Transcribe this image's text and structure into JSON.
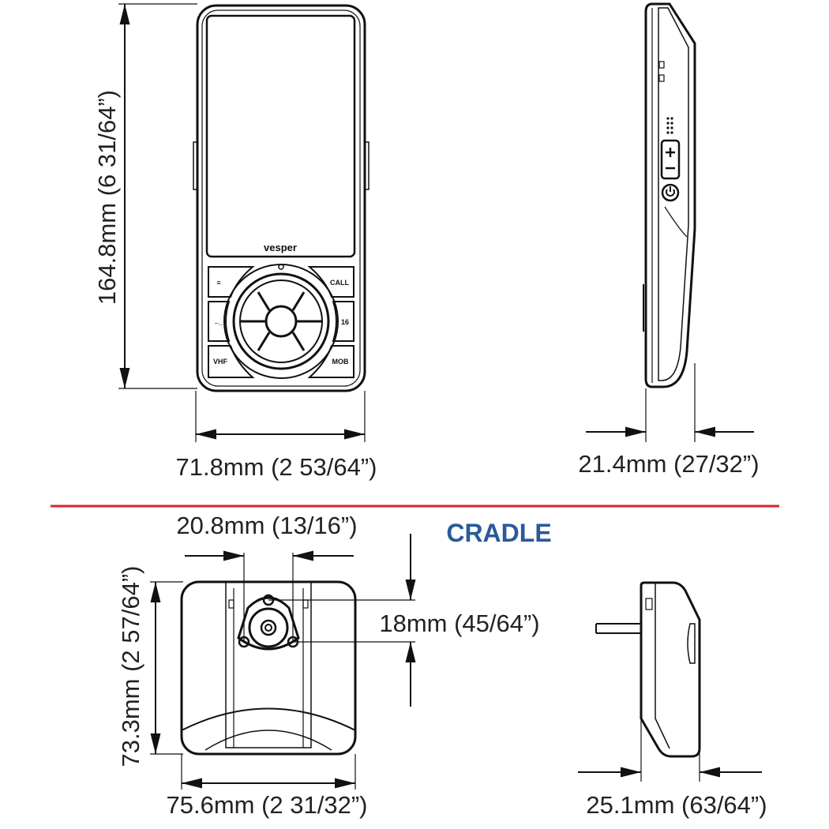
{
  "device": {
    "height_label": "164.8mm (6 31/64”)",
    "width_label": "71.8mm (2 53/64”)",
    "depth_label": "21.4mm (27/32”)",
    "brand_logo": "vesper",
    "buttons": [
      "≡",
      "CALL",
      "VHF",
      "MOB",
      "←̲",
      "16"
    ],
    "icons": [
      "power-icon",
      "speaker-grille-icon",
      "plus-icon",
      "minus-icon"
    ]
  },
  "section_title": "CRADLE",
  "cradle": {
    "hole_spacing_h_label": "20.8mm (13/16”)",
    "hole_spacing_v_label": "18mm (45/64”)",
    "height_label": "73.3mm (2 57/64”)",
    "width_label": "75.6mm (2 31/32”)",
    "depth_label": "25.1mm (63/64”)"
  },
  "colors": {
    "divider": "#d9232e",
    "title": "#2a5a9a",
    "line": "#111111"
  }
}
